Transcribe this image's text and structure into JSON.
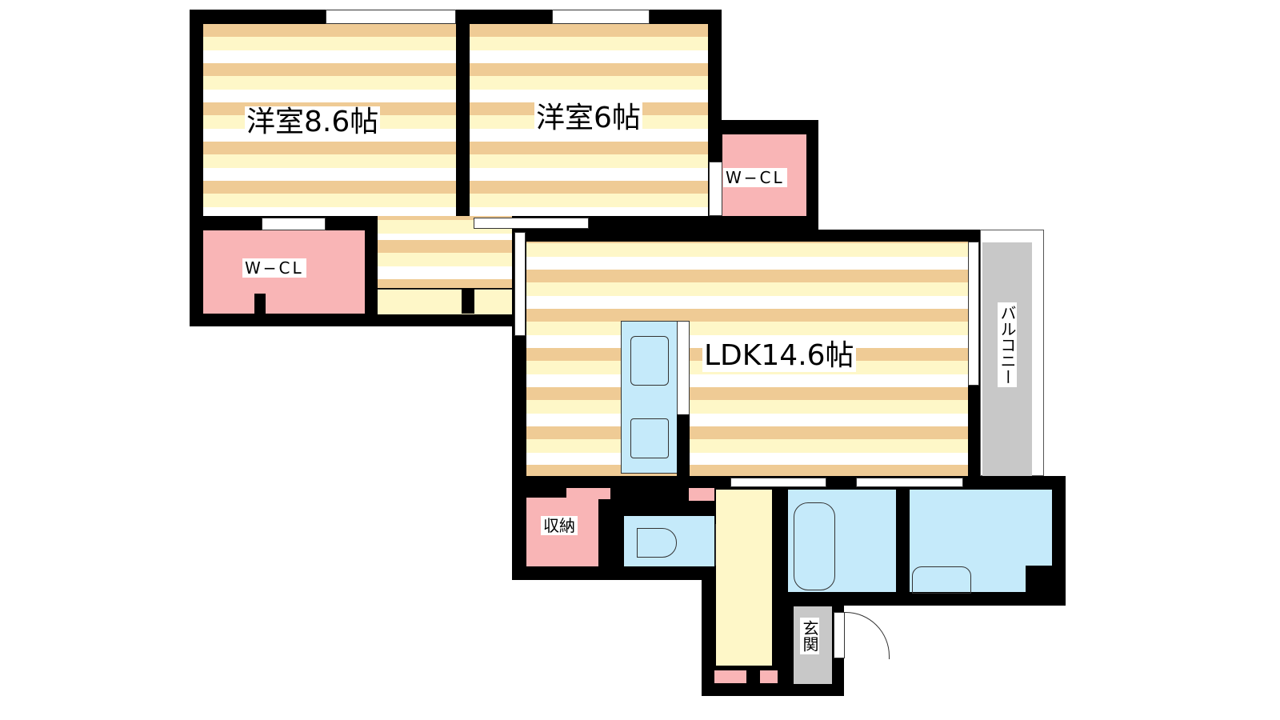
{
  "rooms": {
    "bedroom1": "洋室8.6帖",
    "bedroom2": "洋室6帖",
    "wcl1": "W−CL",
    "wcl2": "W−CL",
    "ldk": "LDK14.6帖",
    "storage": "収納",
    "balcony": "バルコニー",
    "entrance": "玄関"
  },
  "colors": {
    "wall": "#000000",
    "floor_stripe": "#efcb95",
    "floor_light": "#fef7c8",
    "closet": "#f9b5b6",
    "wet_area": "#c5eafa",
    "balcony": "#c8c8c8"
  }
}
